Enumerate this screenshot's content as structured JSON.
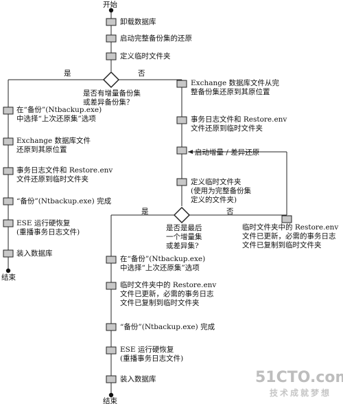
{
  "start_label": "开始",
  "end_label": "结束",
  "yes_label": "是",
  "no_label": "否",
  "steps": {
    "uninstall_db": "卸载数据库",
    "start_full_restore": "启动完整备份集的还原",
    "define_temp": "定义临时文件夹",
    "q1": [
      "是否有增量备份集",
      "或差异备份集？"
    ],
    "left_select": [
      "在“备份”(Ntbackup.exe)",
      "中选择“上次还原集”选项"
    ],
    "left_exchange": [
      "Exchange 数据库文件",
      "还原到其原位置"
    ],
    "left_logs": [
      "事务日志文件和 Restore.env",
      "文件还原到临时文件夹"
    ],
    "left_backup_done": "“备份”(Ntbackup.exe) 完成",
    "left_ese": [
      "ESE 运行硬恢复",
      "(重播事务日志文件)"
    ],
    "left_mount": "装入数据库",
    "right_exchange": [
      "Exchange 数据库文件从完",
      "整备份集还原到其原位置"
    ],
    "right_logs": [
      "事务日志文件和 Restore.env",
      "文件还原到临时文件夹"
    ],
    "right_start_inc": "启动增量 / 差异还原",
    "right_define_temp": [
      "定义临时文件夹",
      "(使用为完整备份集",
      "定义的文件夹)"
    ],
    "q2": [
      "是否是最后",
      "一个增量集",
      "或差异集?"
    ],
    "far_right_env": [
      "临时文件夹中的 Restore.env",
      "文件已更新，必需的事务日志",
      "文件已复制到临时文件夹"
    ],
    "mid_select": [
      "在“备份”(Ntbackup.exe)",
      "中选择“上次还原集”选项"
    ],
    "mid_env": [
      "临时文件夹中的 Restore.env",
      "文件已更新，必需的事务日志",
      "文件已复制到临时文件夹"
    ],
    "mid_backup_done": "“备份”(Ntbackup.exe) 完成",
    "mid_ese": [
      "ESE 运行硬恢复",
      "(重播事务日志文件)"
    ],
    "mid_mount": "装入数据库"
  },
  "watermark": {
    "main_a": "51CTO",
    "main_dot": ".",
    "main_b": "com",
    "sub": "技术成就梦想"
  }
}
